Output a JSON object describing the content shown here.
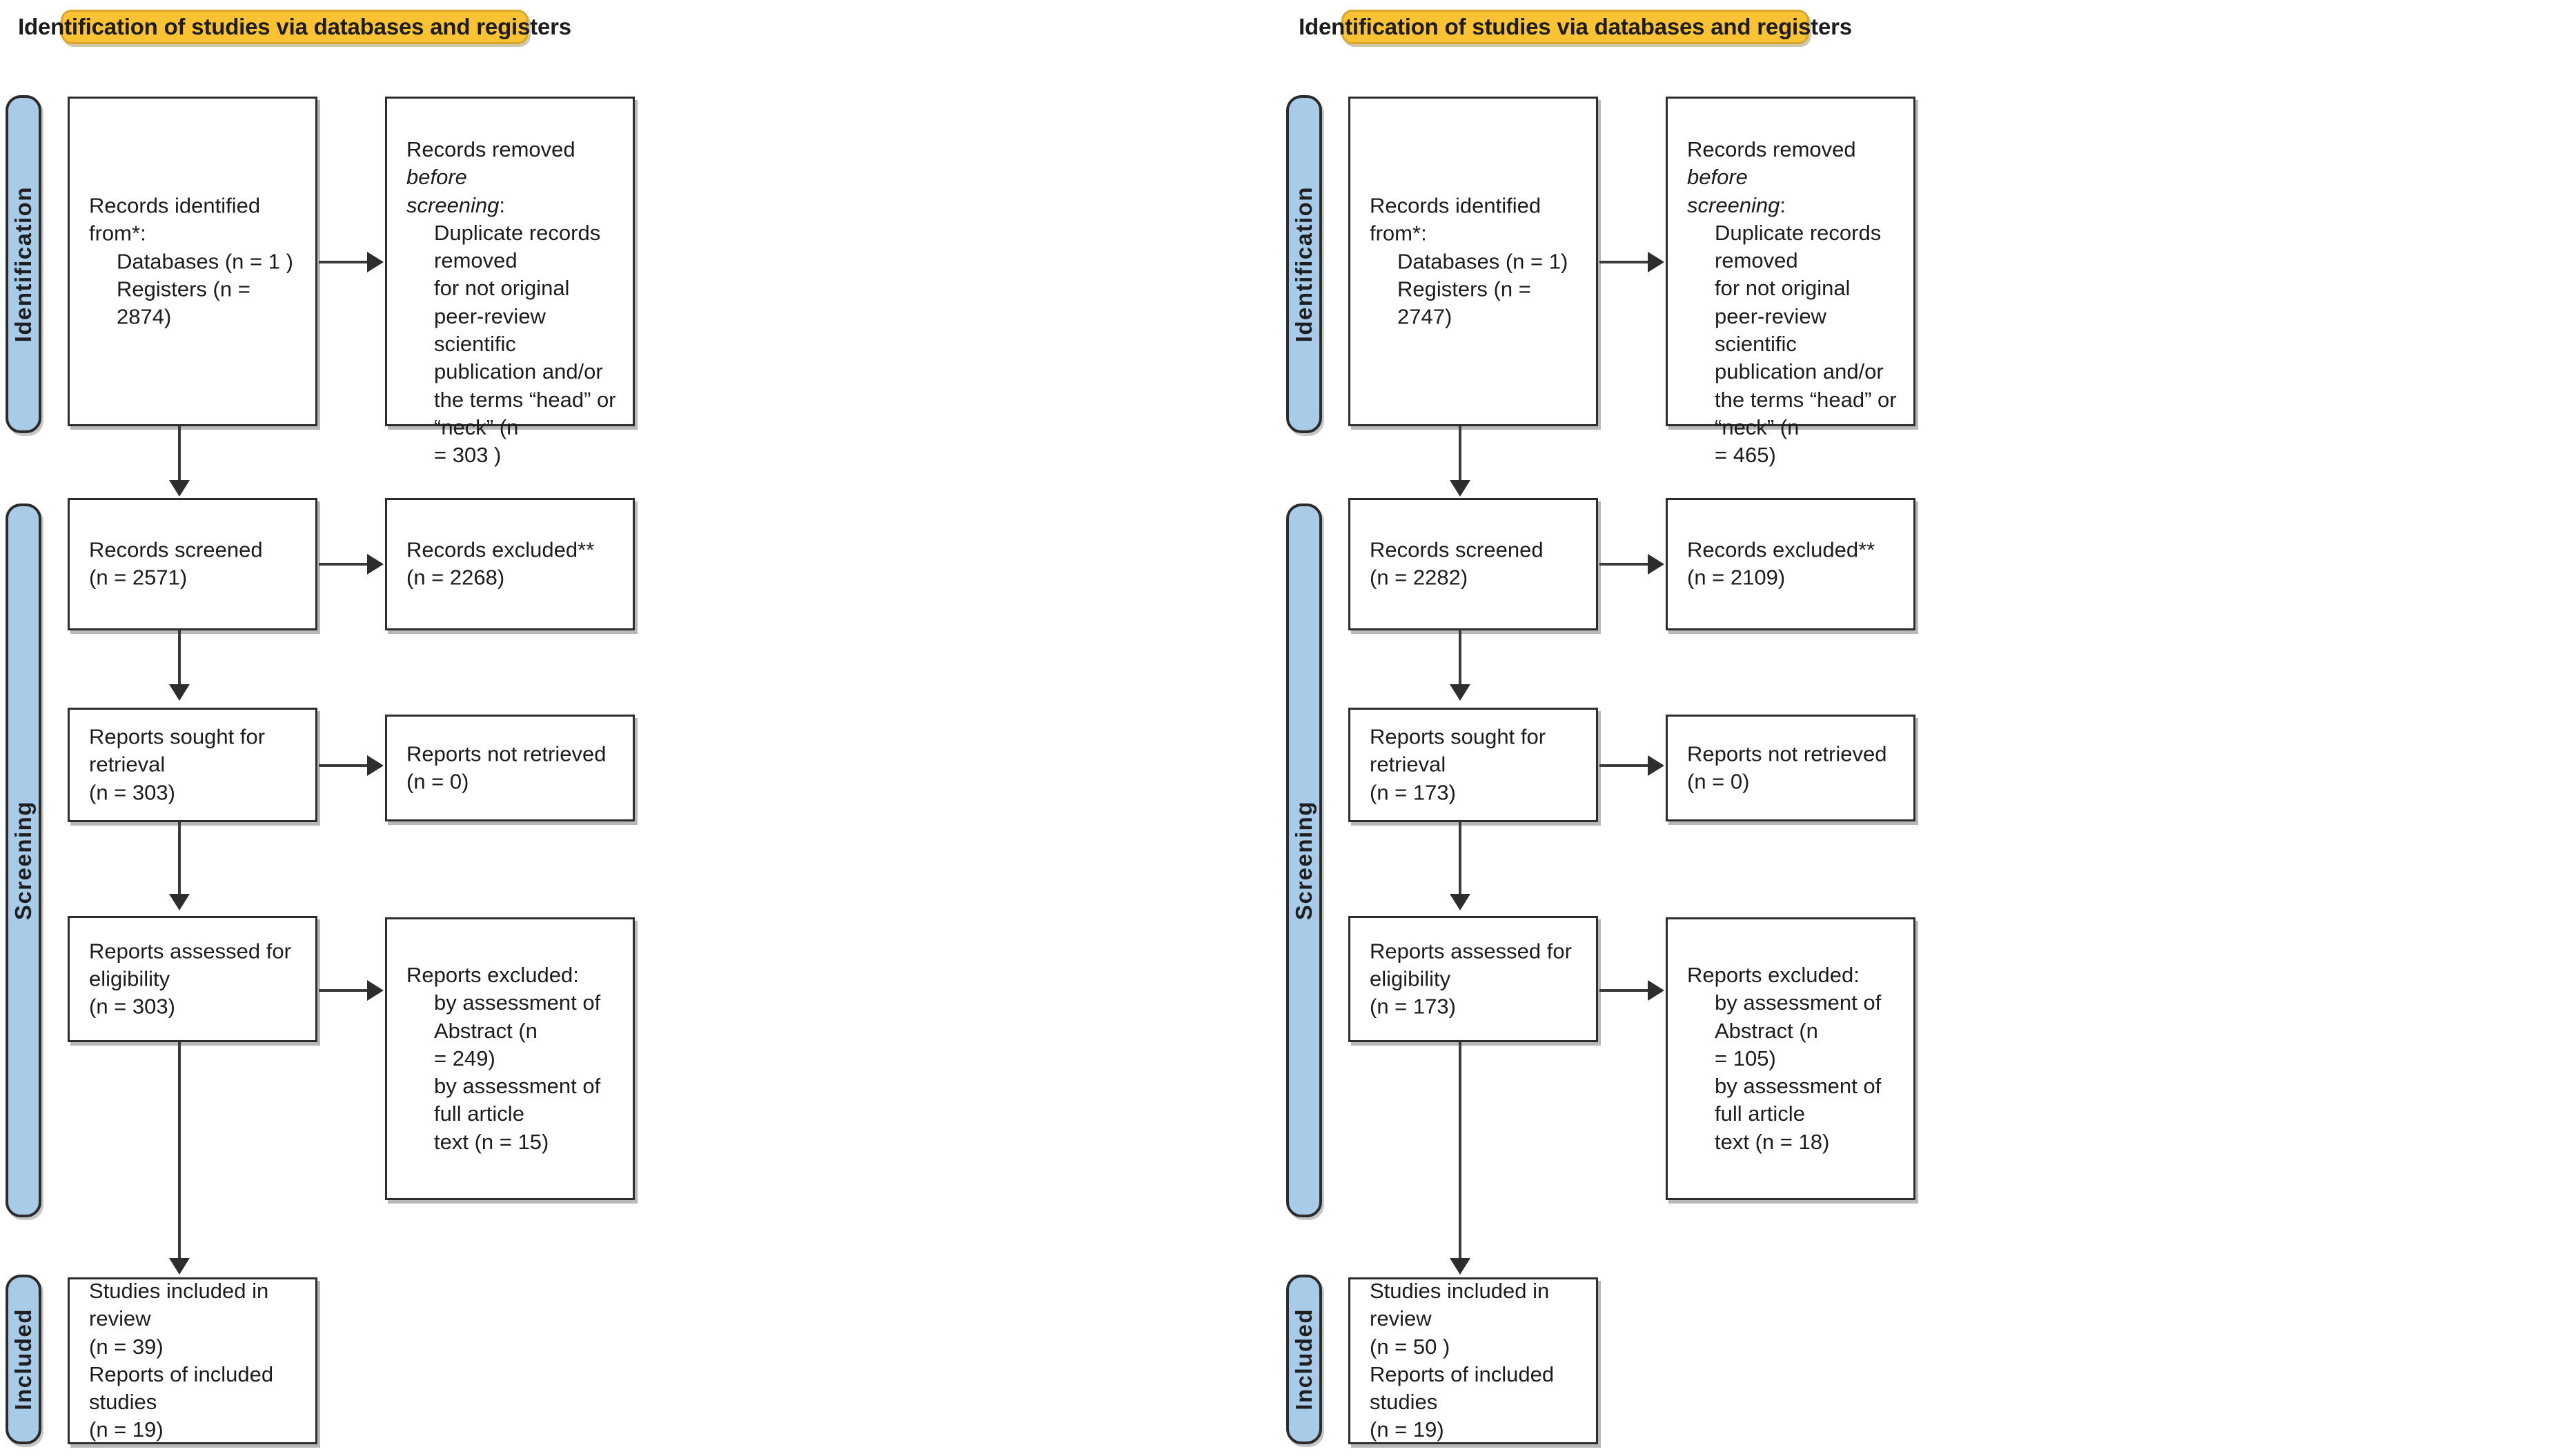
{
  "diagram": {
    "type": "prisma-flow-diagram",
    "panel_count": 2,
    "colors": {
      "banner_fill": "#FBC333",
      "banner_border": "#D9A52B",
      "stagebar_fill": "#A8CBE8",
      "stagebar_border": "#2b2b2b",
      "box_border": "#2d2d2d",
      "connector": "#3a3a3a",
      "text": "#1c1c1c"
    }
  },
  "panels": [
    {
      "id": "left",
      "banner": "Identification of studies via databases and registers",
      "stages": [
        {
          "id": "identification",
          "label": "Identification"
        },
        {
          "id": "screening",
          "label": "Screening"
        },
        {
          "id": "included",
          "label": "Included"
        }
      ],
      "boxes": {
        "identified": {
          "lines": [
            {
              "text": "Records identified from*:",
              "indent": false,
              "italic": false
            },
            {
              "text": "Databases (n = 1 )",
              "indent": true,
              "italic": false
            },
            {
              "text": "Registers (n = 2874)",
              "indent": true,
              "italic": false
            }
          ]
        },
        "removed": {
          "lines": [
            {
              "text": "Records removed ",
              "indent": false,
              "italic": false
            },
            {
              "text": "before screening:",
              "indent": false,
              "italic": true
            },
            {
              "text": "Duplicate records removed",
              "indent": true,
              "italic": false
            },
            {
              "text": "for not original peer-review",
              "indent": true,
              "italic": false
            },
            {
              "text": "scientific publication and/or",
              "indent": true,
              "italic": false
            },
            {
              "text": "the terms “head” or “neck” (n",
              "indent": true,
              "italic": false
            },
            {
              "text": "= 303 )",
              "indent": true,
              "italic": false
            }
          ],
          "composed": {
            "l1_a": "Records removed ",
            "l1_b": "before",
            "l2_a": "screening",
            "l2_b": ":",
            "l3": "Duplicate records removed",
            "l4": "for not original peer-review",
            "l5": "scientific publication and/or",
            "l6": "the terms “head” or “neck” (n",
            "l7": "= 303 )"
          }
        },
        "screened": {
          "lines": [
            {
              "text": "Records screened",
              "indent": false
            },
            {
              "text": "(n = 2571)",
              "indent": false
            }
          ]
        },
        "records_excluded": {
          "lines": [
            {
              "text": "Records excluded**",
              "indent": false
            },
            {
              "text": "(n = 2268)",
              "indent": false
            }
          ]
        },
        "sought": {
          "lines": [
            {
              "text": "Reports sought for retrieval",
              "indent": false
            },
            {
              "text": "(n = 303)",
              "indent": false
            }
          ]
        },
        "not_retrieved": {
          "lines": [
            {
              "text": "Reports not retrieved",
              "indent": false
            },
            {
              "text": "(n = 0)",
              "indent": false
            }
          ]
        },
        "assessed": {
          "lines": [
            {
              "text": "Reports assessed for eligibility",
              "indent": false
            },
            {
              "text": "(n = 303)",
              "indent": false
            }
          ]
        },
        "reports_excluded": {
          "lines": [
            {
              "text": "Reports excluded:",
              "indent": false
            },
            {
              "text": "by assessment of Abstract (n",
              "indent": true
            },
            {
              "text": "= 249)",
              "indent": true
            },
            {
              "text": "by assessment of full article",
              "indent": true
            },
            {
              "text": "text (n = 15)",
              "indent": true
            }
          ]
        },
        "included": {
          "lines": [
            {
              "text": "Studies included in review",
              "indent": false
            },
            {
              "text": "(n = 39)",
              "indent": false
            },
            {
              "text": "Reports of included studies",
              "indent": false
            },
            {
              "text": "(n = 19)",
              "indent": false
            }
          ]
        }
      }
    },
    {
      "id": "right",
      "banner": "Identification of studies via databases and registers",
      "stages": [
        {
          "id": "identification",
          "label": "Identification"
        },
        {
          "id": "screening",
          "label": "Screening"
        },
        {
          "id": "included",
          "label": "Included"
        }
      ],
      "boxes": {
        "identified": {
          "lines": [
            {
              "text": "Records identified from*:",
              "indent": false
            },
            {
              "text": "Databases (n = 1)",
              "indent": true
            },
            {
              "text": "Registers (n = 2747)",
              "indent": true
            }
          ]
        },
        "removed": {
          "composed": {
            "l1_a": "Records removed ",
            "l1_b": "before",
            "l2_a": "screening",
            "l2_b": ":",
            "l3": "Duplicate records removed",
            "l4": "for not original peer-review",
            "l5": "scientific publication and/or",
            "l6": "the terms “head” or “neck” (n",
            "l7": "= 465)"
          }
        },
        "screened": {
          "lines": [
            {
              "text": "Records screened",
              "indent": false
            },
            {
              "text": "(n = 2282)",
              "indent": false
            }
          ]
        },
        "records_excluded": {
          "lines": [
            {
              "text": "Records excluded**",
              "indent": false
            },
            {
              "text": "(n = 2109)",
              "indent": false
            }
          ]
        },
        "sought": {
          "lines": [
            {
              "text": "Reports sought for retrieval",
              "indent": false
            },
            {
              "text": "(n = 173)",
              "indent": false
            }
          ]
        },
        "not_retrieved": {
          "lines": [
            {
              "text": "Reports not retrieved",
              "indent": false
            },
            {
              "text": "(n = 0)",
              "indent": false
            }
          ]
        },
        "assessed": {
          "lines": [
            {
              "text": "Reports assessed for eligibility",
              "indent": false
            },
            {
              "text": "(n = 173)",
              "indent": false
            }
          ]
        },
        "reports_excluded": {
          "lines": [
            {
              "text": "Reports excluded:",
              "indent": false
            },
            {
              "text": "by assessment of Abstract (n",
              "indent": true
            },
            {
              "text": "= 105)",
              "indent": true
            },
            {
              "text": "by assessment of full article",
              "indent": true
            },
            {
              "text": "text (n = 18)",
              "indent": true
            }
          ]
        },
        "included": {
          "lines": [
            {
              "text": "Studies included in review",
              "indent": false
            },
            {
              "text": "(n = 50 )",
              "indent": false
            },
            {
              "text": "Reports of included studies",
              "indent": false
            },
            {
              "text": "(n = 19)",
              "indent": false
            }
          ]
        }
      }
    }
  ]
}
